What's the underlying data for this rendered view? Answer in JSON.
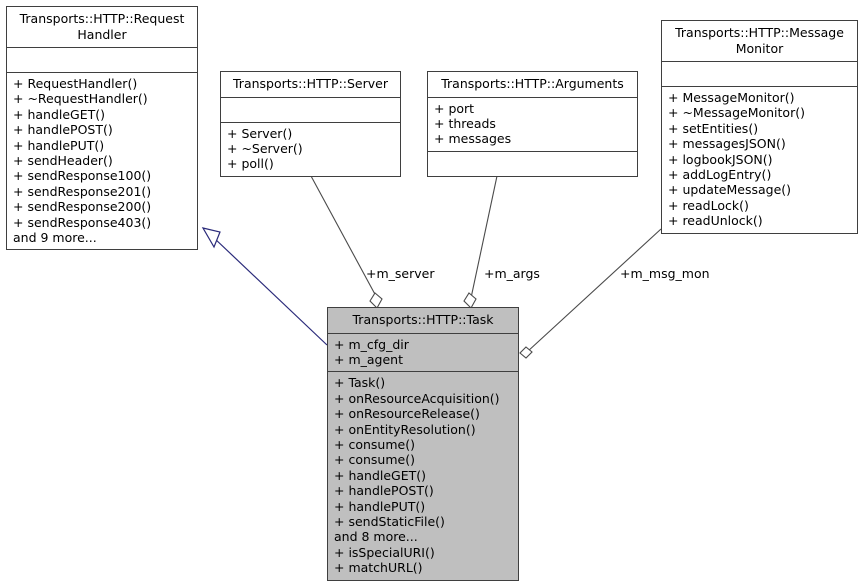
{
  "diagram": {
    "type": "uml-class-diagram",
    "background_color": "#ffffff",
    "border_color": "#3f3f3f",
    "highlight_fill": "#bfbfbf",
    "inheritance_edge_color": "#2a2a7a",
    "association_edge_color": "#3f3f3f"
  },
  "nodes": {
    "request_handler": {
      "title": "Transports::HTTP::Request\nHandler",
      "attributes": [],
      "operations": [
        "+ RequestHandler()",
        "+ ~RequestHandler()",
        "+ handleGET()",
        "+ handlePOST()",
        "+ handlePUT()",
        "+ sendHeader()",
        "+ sendResponse100()",
        "+ sendResponse201()",
        "+ sendResponse200()",
        "+ sendResponse403()",
        "and 9 more..."
      ]
    },
    "server": {
      "title": "Transports::HTTP::Server",
      "attributes": [],
      "operations": [
        "+ Server()",
        "+ ~Server()",
        "+ poll()"
      ]
    },
    "arguments": {
      "title": "Transports::HTTP::Arguments",
      "attributes": [
        "+ port",
        "+ threads",
        "+ messages"
      ],
      "operations": []
    },
    "message_monitor": {
      "title": "Transports::HTTP::Message\nMonitor",
      "attributes": [],
      "operations": [
        "+ MessageMonitor()",
        "+ ~MessageMonitor()",
        "+ setEntities()",
        "+ messagesJSON()",
        "+ logbookJSON()",
        "+ addLogEntry()",
        "+ updateMessage()",
        "+ readLock()",
        "+ readUnlock()"
      ]
    },
    "task": {
      "title": "Transports::HTTP::Task",
      "attributes": [
        "+ m_cfg_dir",
        "+ m_agent"
      ],
      "operations": [
        "+ Task()",
        "+ onResourceAcquisition()",
        "+ onResourceRelease()",
        "+ onEntityResolution()",
        "+ consume()",
        "+ consume()",
        "+ handleGET()",
        "+ handlePOST()",
        "+ handlePUT()",
        "+ sendStaticFile()",
        "and 8 more...",
        "+ isSpecialURI()",
        "+ matchURL()"
      ]
    }
  },
  "edges": {
    "inheritance": {
      "from": "task",
      "to": "request_handler",
      "label": ""
    },
    "m_server": {
      "from": "server",
      "to": "task",
      "label": "+m_server"
    },
    "m_args": {
      "from": "arguments",
      "to": "task",
      "label": "+m_args"
    },
    "m_msg_mon": {
      "from": "message_monitor",
      "to": "task",
      "label": "+m_msg_mon"
    }
  }
}
